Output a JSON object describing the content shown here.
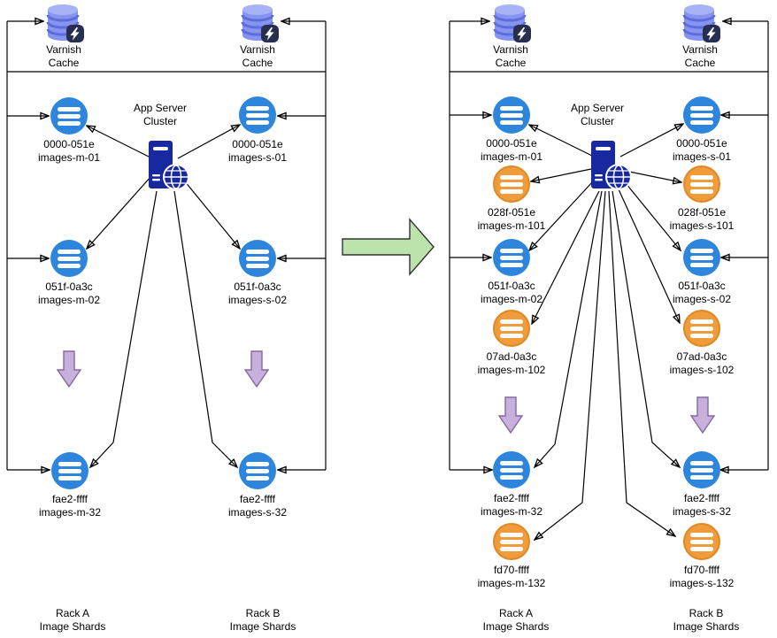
{
  "colors": {
    "node_blue": "#2E86DC",
    "node_orange": "#F09B3C",
    "varnish_body": "#8693EF",
    "server_navy": "#18289E",
    "purple_arrow_fill": "#C7B1DC",
    "green_arrow_fill": "#BCE3AB",
    "connector": "#000000"
  },
  "left_diagram": {
    "varnish_a_label": "Varnish\nCache",
    "varnish_b_label": "Varnish\nCache",
    "app_server_label": "App Server\nCluster",
    "rack_a_caption": "Rack A\nImage Shards",
    "rack_b_caption": "Rack B\nImage Shards",
    "rack_a_nodes": [
      {
        "label": "0000-051e\nimages-m-01",
        "type": "existing"
      },
      {
        "label": "051f-0a3c\nimages-m-02",
        "type": "existing"
      },
      {
        "label": "fae2-ffff\nimages-m-32",
        "type": "existing"
      }
    ],
    "rack_b_nodes": [
      {
        "label": "0000-051e\nimages-s-01",
        "type": "existing"
      },
      {
        "label": "051f-0a3c\nimages-s-02",
        "type": "existing"
      },
      {
        "label": "fae2-ffff\nimages-s-32",
        "type": "existing"
      }
    ]
  },
  "right_diagram": {
    "varnish_a_label": "Varnish\nCache",
    "varnish_b_label": "Varnish\nCache",
    "app_server_label": "App Server\nCluster",
    "rack_a_caption": "Rack A\nImage Shards",
    "rack_b_caption": "Rack B\nImage Shards",
    "rack_a_nodes": [
      {
        "label": "0000-051e\nimages-m-01",
        "type": "existing"
      },
      {
        "label": "028f-051e\nimages-m-101",
        "type": "new"
      },
      {
        "label": "051f-0a3c\nimages-m-02",
        "type": "existing"
      },
      {
        "label": "07ad-0a3c\nimages-m-102",
        "type": "new"
      },
      {
        "label": "fae2-ffff\nimages-m-32",
        "type": "existing"
      },
      {
        "label": "fd70-ffff\nimages-m-132",
        "type": "new"
      }
    ],
    "rack_b_nodes": [
      {
        "label": "0000-051e\nimages-s-01",
        "type": "existing"
      },
      {
        "label": "028f-051e\nimages-s-101",
        "type": "new"
      },
      {
        "label": "051f-0a3c\nimages-s-02",
        "type": "existing"
      },
      {
        "label": "07ad-0a3c\nimages-s-102",
        "type": "new"
      },
      {
        "label": "fae2-ffff\nimages-s-32",
        "type": "existing"
      },
      {
        "label": "fd70-ffff\nimages-s-132",
        "type": "new"
      }
    ]
  }
}
